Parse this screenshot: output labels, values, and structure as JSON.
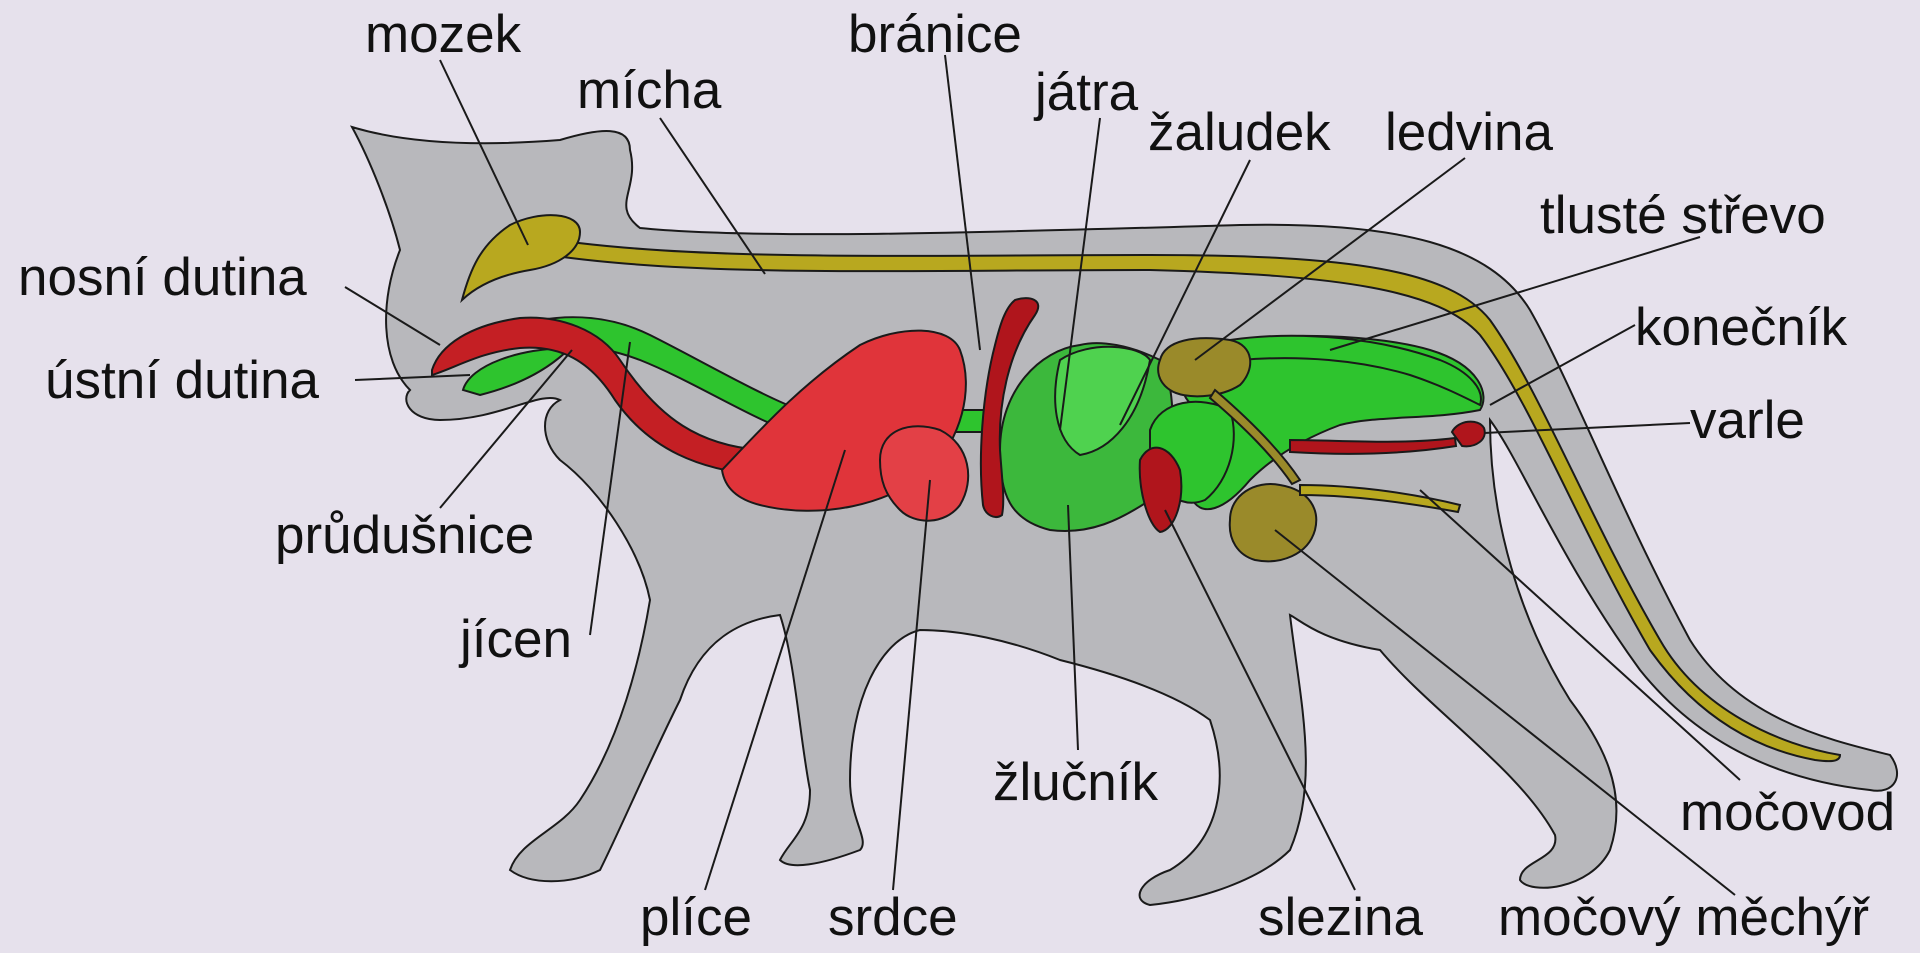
{
  "colors": {
    "background": "#e6e1ec",
    "body": "#b8b8bc",
    "nervous": "#b8a81f",
    "respiratory": "#c41f24",
    "lungs": "#e0343a",
    "digestive": "#2ec42e",
    "liver": "#3cb83c",
    "urinary": "#9a8a2a",
    "reproductive": "#b0151c"
  },
  "labels": {
    "mozek": "mozek",
    "micha": "mícha",
    "branice": "bránice",
    "jatra": "játra",
    "zaludek": "žaludek",
    "ledvina": "ledvina",
    "tluste_strevo": "tlusté střevo",
    "konecnik": "konečník",
    "varle": "varle",
    "nosni_dutina": "nosní dutina",
    "ustni_dutina": "ústní dutina",
    "prudusnice": "průdušnice",
    "jicen": "jícen",
    "zlucnik": "žlučník",
    "mocovod": "močovod",
    "plice": "plíce",
    "srdce": "srdce",
    "slezina": "slezina",
    "mocovy_mechyr": "močový měchýř"
  }
}
